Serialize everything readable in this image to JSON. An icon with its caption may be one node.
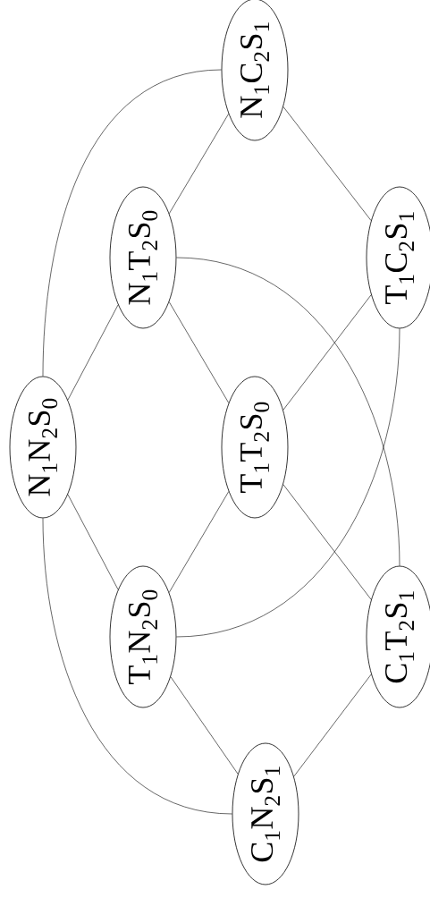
{
  "diagram": {
    "nodes": [
      {
        "text": [
          "N$_{1}$C$_{2}$S$_{1}$"
        ]
      },
      {
        "text": [
          "N$_{1}$T$_{2}$S$_{0}$"
        ]
      },
      {
        "text": [
          "T$_{1}$C$_{2}$S$_{1}$"
        ]
      },
      {
        "text": [
          "N$_{1}$N$_{2}$S$_{0}$"
        ]
      },
      {
        "text": [
          "T$_{1}$T$_{2}$S$_{0}$"
        ]
      },
      {
        "text": [
          "T$_{1}$N$_{2}$S$_{0}$"
        ]
      },
      {
        "text": [
          "C$_{1}$T$_{2}$S$_{1}$"
        ]
      },
      {
        "text": [
          "C$_{1}$N$_{2}$S$_{1}$"
        ]
      }
    ],
    "edges": [
      {
        "from": 3,
        "to": 1,
        "arrow": "none"
      },
      {
        "from": 1,
        "to": 0,
        "arrow": "none"
      },
      {
        "from": 0,
        "to": 2,
        "arrow": "none"
      },
      {
        "from": 1,
        "to": 4,
        "arrow": "none"
      },
      {
        "from": 2,
        "to": 4,
        "arrow": "none"
      },
      {
        "from": 3,
        "to": 5,
        "arrow": "none"
      },
      {
        "from": 4,
        "to": 5,
        "arrow": "none"
      },
      {
        "from": 4,
        "to": 6,
        "arrow": "none"
      },
      {
        "from": 5,
        "to": 7,
        "arrow": "none"
      },
      {
        "from": 6,
        "to": 7,
        "arrow": "none"
      },
      {
        "from": 3,
        "to": 0,
        "arrow": "none"
      },
      {
        "from": 3,
        "to": 7,
        "arrow": "none"
      },
      {
        "from": 1,
        "to": 6,
        "arrow": "none"
      },
      {
        "from": 2,
        "to": 5,
        "arrow": "none"
      }
    ]
  }
}
